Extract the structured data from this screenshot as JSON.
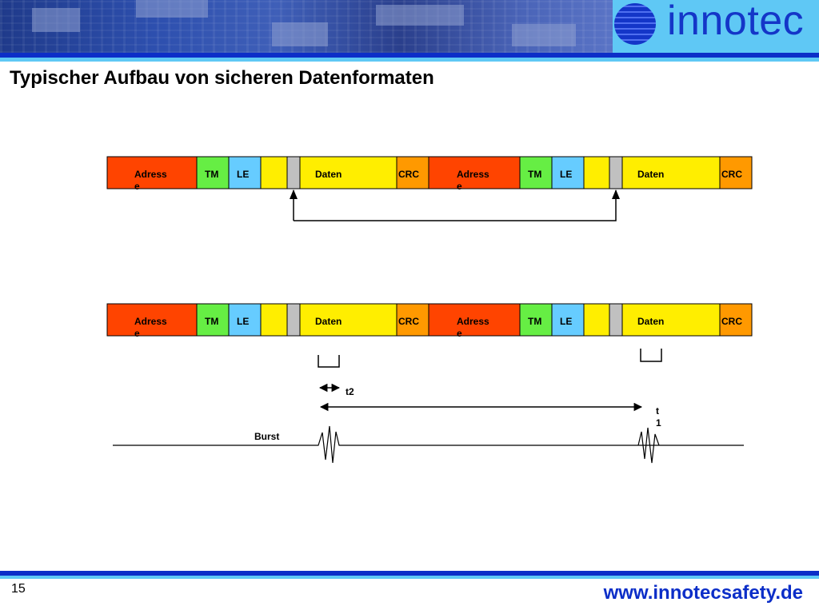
{
  "header": {
    "logo_text": "innotec"
  },
  "slide": {
    "title": "Typischer Aufbau von sicheren Datenformaten",
    "page_number": "15",
    "url": "www.innotecsafety.de"
  },
  "frame": {
    "adresse": [
      "Adress",
      "e"
    ],
    "tm": "TM",
    "le": "LE",
    "daten": "Daten",
    "crc": "CRC"
  },
  "labels": {
    "t2": "t2",
    "t1": [
      "t",
      "1"
    ],
    "burst": "Burst"
  },
  "colors": {
    "adresse": "#ff4400",
    "tm": "#66ee44",
    "le": "#66ccff",
    "daten": "#ffee00",
    "gap": "#c0c0c0",
    "crc": "#ff9900"
  }
}
